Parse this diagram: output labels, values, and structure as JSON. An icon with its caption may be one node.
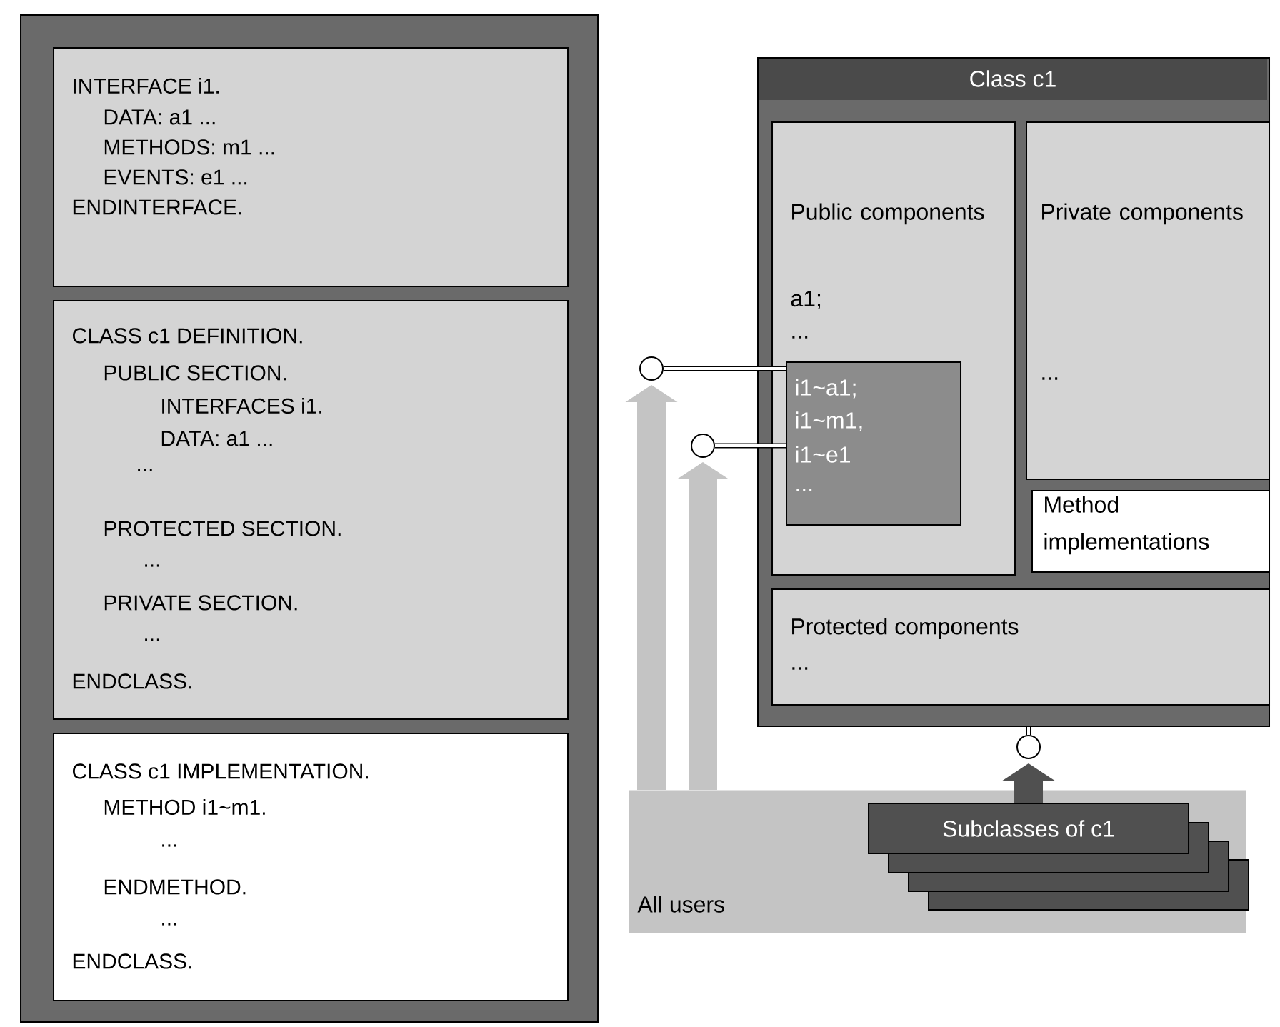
{
  "diagram": {
    "nodes": [
      {
        "text": [],
        "shape": "box"
      },
      {
        "text": [
          "INTERFACE i1.",
          "DATA: a1 ...",
          "METHODS: m1 ...",
          "EVENTS: e1 ...",
          "ENDINTERFACE."
        ],
        "in": 0
      },
      {
        "text": [
          "CLASS c1 DEFINITION.",
          "PUBLIC SECTION.",
          "INTERFACES i1.",
          "DATA: a1 ...",
          "...",
          "PROTECTED SECTION.",
          "...",
          "PRIVATE SECTION.",
          "...",
          "ENDCLASS."
        ],
        "in": 0
      },
      {
        "text": [
          "CLASS c1 IMPLEMENTATION.",
          "METHOD i1~m1.",
          "...",
          "ENDMETHOD.",
          "...",
          "ENDCLASS."
        ],
        "in": 0
      },
      {
        "text": [
          "Class c1"
        ]
      },
      {
        "text": [
          "Public components",
          "a1;",
          "..."
        ],
        "in": 4
      },
      {
        "text": [
          "i1~a1;",
          "i1~m1,",
          "i1~e1",
          "..."
        ],
        "in": 5
      },
      {
        "text": [
          "Private components",
          "..."
        ],
        "in": 4
      },
      {
        "text": [
          "Method implementations"
        ],
        "in": 4
      },
      {
        "text": [
          "Protected components",
          "..."
        ],
        "in": 4
      },
      {
        "text": [],
        "shape": "circle"
      },
      {
        "text": [],
        "shape": "circle"
      },
      {
        "text": [],
        "shape": "circle"
      },
      {
        "text": [
          "All users"
        ]
      },
      {
        "text": [
          "Subclasses of c1"
        ],
        "in": 13
      }
    ],
    "edges": [
      {
        "from": 10,
        "to": 6,
        "arrow": "none"
      },
      {
        "from": 11,
        "to": 6,
        "arrow": "none"
      },
      {
        "from": 12,
        "to": 4,
        "arrow": "none"
      },
      {
        "from": 13,
        "to": 10,
        "arrow": "to",
        "style": "thick",
        "color": "#c4c4c4"
      },
      {
        "from": 13,
        "to": 11,
        "arrow": "to",
        "style": "thick",
        "color": "#c4c4c4"
      },
      {
        "from": 14,
        "to": 12,
        "arrow": "to",
        "style": "thick",
        "color": "#505050"
      }
    ]
  }
}
